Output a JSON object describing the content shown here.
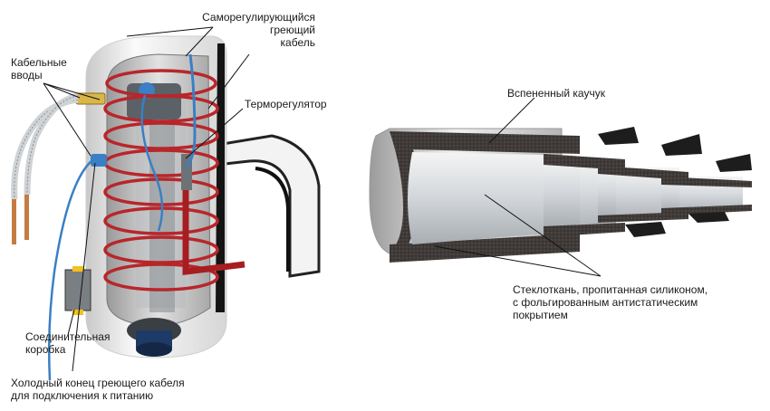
{
  "labels": {
    "cable": "Саморегулирующийся\nгреющий\nкабель",
    "entries": "Кабельные\nвводы",
    "thermostat": "Терморегулятор",
    "junction": "Соединительная\nкоробка",
    "cold_end": "Холодный конец греющего кабеля\nдля подключения к питанию",
    "rubber": "Вспененный каучук",
    "fiberglass": "Стеклоткань, пропитанная силиконом,\nс фольгированным антистатическим\nпокрытием"
  },
  "colors": {
    "heating_cable": "#b8262a",
    "thermostat_wire": "#a61e22",
    "foam": "#3f3a38",
    "jacket": "#1d1d1d",
    "blue_tube": "#3b7fc4",
    "junction_box": "#f2c21b"
  }
}
